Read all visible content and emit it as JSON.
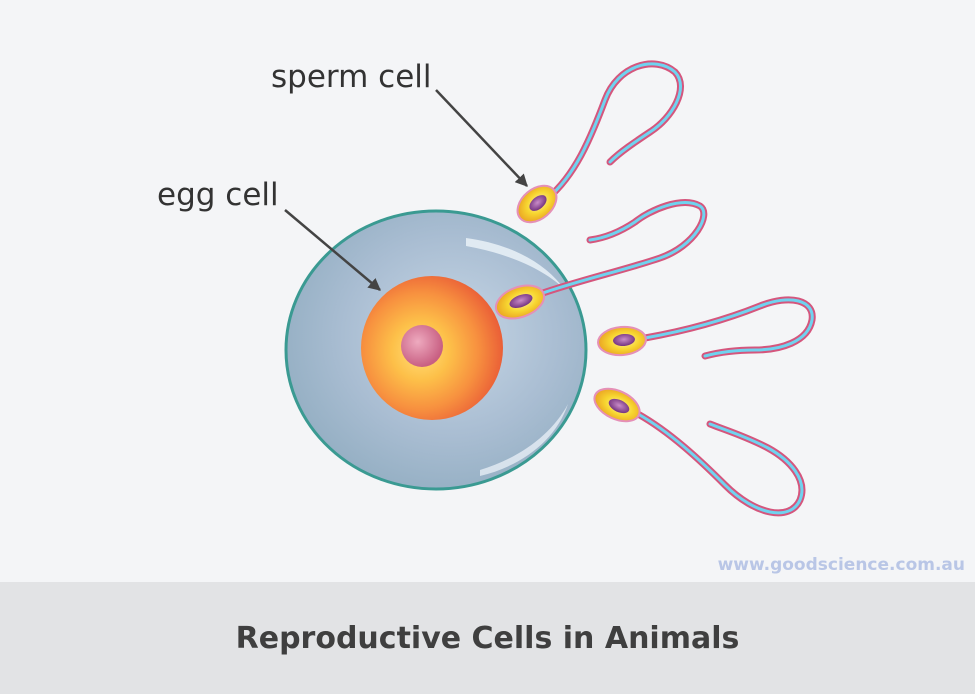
{
  "diagram": {
    "labels": {
      "sperm": "sperm cell",
      "egg": "egg cell"
    },
    "credit": "www.goodscience.com.au",
    "caption": "Reproductive Cells in Animals"
  },
  "colors": {
    "background": "#f4f5f7",
    "caption_bar": "#e2e3e5",
    "egg_membrane": "#3a9a92",
    "egg_cytoplasm": "#a9bdd2",
    "egg_nucleus_outer": "#ee6b3b",
    "egg_nucleus_inner": "#fdc049",
    "egg_nucleolus": "#d9799a",
    "sperm_head": "#f7d630",
    "sperm_tail_blue": "#6fd3ef",
    "sperm_tail_pink": "#d5567d",
    "arrow": "#444444",
    "credit_text": "#b9c6e6"
  }
}
